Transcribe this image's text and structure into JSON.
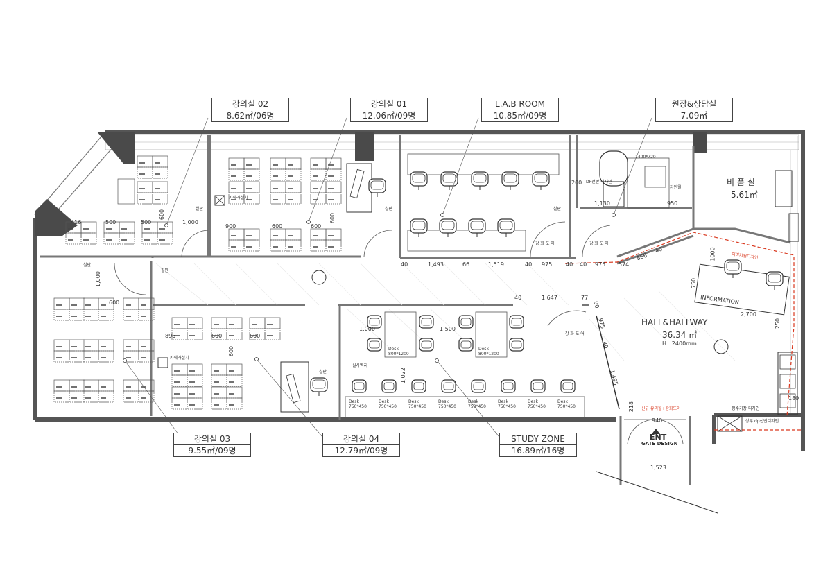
{
  "rooms": {
    "lecture_02": {
      "name": "강의실 02",
      "info": "8.62㎡/06명"
    },
    "lecture_01": {
      "name": "강의실 01",
      "info": "12.06㎡/09명"
    },
    "lab": {
      "name": "L.A.B ROOM",
      "info": "10.85㎡/09명"
    },
    "director": {
      "name": "원장&상담실",
      "info": "7.09㎡"
    },
    "lecture_03": {
      "name": "강의실 03",
      "info": "9.55㎡/09명"
    },
    "lecture_04": {
      "name": "강의실 04",
      "info": "12.79㎡/09명"
    },
    "study": {
      "name": "STUDY ZONE",
      "info": "16.89㎡/16명"
    },
    "storage": {
      "name": "비 품 실",
      "area": "5.61㎡"
    },
    "hall": {
      "name": "HALL&HALLWAY",
      "area": "36.34 ㎡",
      "height": "H : 2400mm"
    },
    "info_desk": "INFORMATION",
    "entrance": {
      "title": "ENT",
      "sub": "GATE DESIGN"
    }
  },
  "notes": {
    "camera": "카메라설치",
    "board": "칠판",
    "glass_door": "강 화 도 어",
    "practice_wall": "실사벽지",
    "dp_shelf": "DP선반 디자인",
    "design_wall": "자인월",
    "image_wall": "이미지월디자인",
    "new_glass": "신규 유리월+강화도어",
    "water_purifier": "정수기장 디자인",
    "upper_dp": "상부 dp선반디자인",
    "desk_big": "Desk",
    "desk_big_size": "800*1200",
    "desk_small": "Desk",
    "desk_small_size": "750*450",
    "size_1400": "1400*720"
  },
  "dimensions": {
    "d416": "416",
    "d500a": "500",
    "d500b": "500",
    "d600a": "600",
    "d1000a": "1,000",
    "d900": "900",
    "d600b": "600",
    "d600c": "600",
    "d600d": "600",
    "d1000b": "1,000",
    "d600e": "600",
    "d896": "896",
    "d600f": "600",
    "d600g": "600",
    "d600h": "600",
    "d40a": "40",
    "d1493": "1,493",
    "d66": "66",
    "d1519": "1,519",
    "d40b": "40",
    "d975a": "975",
    "d40c": "40",
    "d40d": "40",
    "d975b": "975",
    "d574": "574",
    "d866": "866",
    "d40e": "40",
    "d1000c": "1,000",
    "d1500": "1,500",
    "d1022": "1,022",
    "d40f": "40",
    "d1647": "1,647",
    "d77": "77",
    "d90": "90",
    "d975c": "975",
    "d40g": "40",
    "d1495": "1,495",
    "d218": "218",
    "d940": "940",
    "d1523": "1,523",
    "d1130": "1,130",
    "d950": "950",
    "d200": "200",
    "d1000d": "1000",
    "d750": "750",
    "d2700": "2,700",
    "d250": "250",
    "d180": "180"
  }
}
